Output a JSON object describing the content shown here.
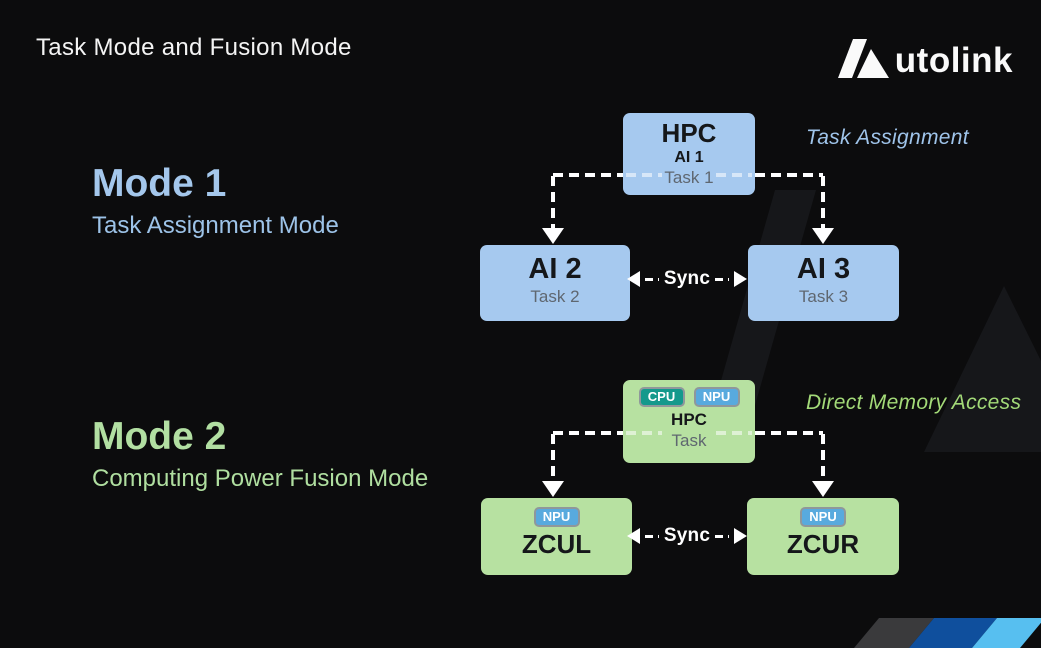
{
  "title": "Task Mode and Fusion Mode",
  "logo": {
    "brand": "Autolink",
    "text_after_mark": "utolink"
  },
  "mode1": {
    "heading": "Mode 1",
    "subtitle": "Task Assignment Mode",
    "annotation": "Task Assignment",
    "sync": "Sync",
    "hpc": {
      "title": "HPC",
      "subtitle": "AI 1",
      "task": "Task 1"
    },
    "left": {
      "title": "AI 2",
      "task": "Task 2"
    },
    "right": {
      "title": "AI 3",
      "task": "Task 3"
    }
  },
  "mode2": {
    "heading": "Mode 2",
    "subtitle": "Computing Power Fusion Mode",
    "annotation": "Direct Memory Access",
    "sync": "Sync",
    "hpc": {
      "badges": [
        "CPU",
        "NPU"
      ],
      "title": "HPC",
      "task": "Task"
    },
    "left": {
      "badge": "NPU",
      "title": "ZCUL"
    },
    "right": {
      "badge": "NPU",
      "title": "ZCUR"
    }
  },
  "colors": {
    "background": "#0c0c0d",
    "blue_box": "#a6c9ef",
    "green_box": "#b7e1a1",
    "mode1_accent": "#a4c7ec",
    "mode2_accent": "#b2dfa2",
    "dma_label_green": "#a3da78",
    "cpu_badge": "#14998c",
    "npu_badge": "#58aade",
    "connector_white": "#ffffff",
    "footer_gray": "#3a3a3c",
    "footer_dark_blue": "#0f4f9d",
    "footer_light_blue": "#57bff0"
  }
}
